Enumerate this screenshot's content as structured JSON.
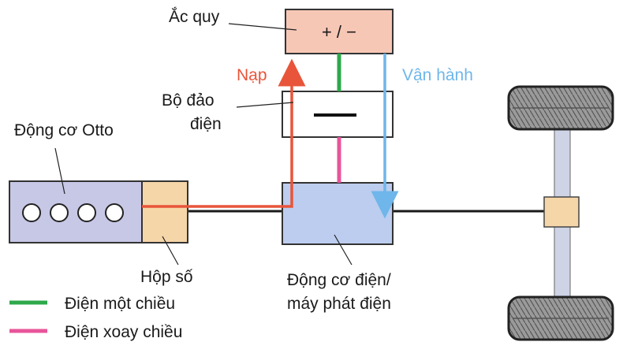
{
  "labels": {
    "battery": "Ắc quy",
    "battery_symbol": "+ / −",
    "inverter_line1": "Bộ đảo",
    "inverter_line2": "điện",
    "inverter_symbol": "—",
    "otto_engine": "Động cơ Otto",
    "gearbox": "Hộp số",
    "motor_line1": "Động cơ điện/",
    "motor_line2": "máy phát điện",
    "charge": "Nạp",
    "operate": "Vận hành"
  },
  "legend": [
    {
      "label": "Điện một chiều",
      "color": "#2ea84a"
    },
    {
      "label": "Điện xoay chiều",
      "color": "#e8559a"
    }
  ],
  "colors": {
    "battery_fill": "#f7c7b6",
    "inverter_fill": "#ffffff",
    "engine_fill": "#c7c7e6",
    "gearbox_fill": "#f5d6a8",
    "motor_fill": "#bccdef",
    "charge_arrow": "#e8553a",
    "operate_arrow": "#6fb6ea",
    "dc_line": "#2ea84a",
    "ac_line": "#e8559a",
    "shaft": "#1a1a1a",
    "tire": "#8a8a8a",
    "axle": "#cfd3e6",
    "diff_fill": "#f5d6a8"
  }
}
